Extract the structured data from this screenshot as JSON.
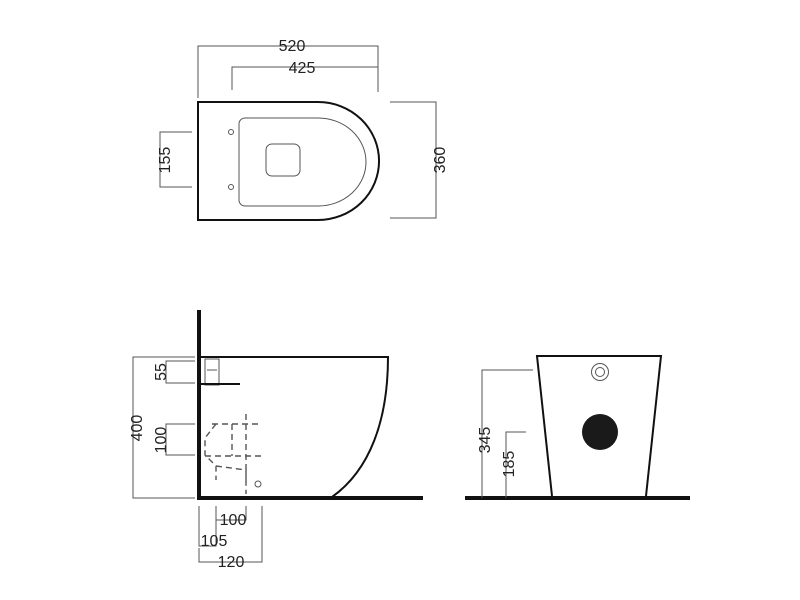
{
  "top_view": {
    "width_overall": "520",
    "width_inner": "425",
    "depth": "360",
    "fixing_spacing": "155"
  },
  "side_view": {
    "height": "400",
    "fixing_height": "55",
    "outlet_height": "100",
    "outlet_offset_a": "100",
    "outlet_offset_b": "105",
    "outlet_offset_c": "120"
  },
  "back_view": {
    "height": "345",
    "inlet_height": "185"
  },
  "colors": {
    "line": "#111111",
    "dimension": "#555555",
    "inlet_fill": "#1a1a1a"
  }
}
